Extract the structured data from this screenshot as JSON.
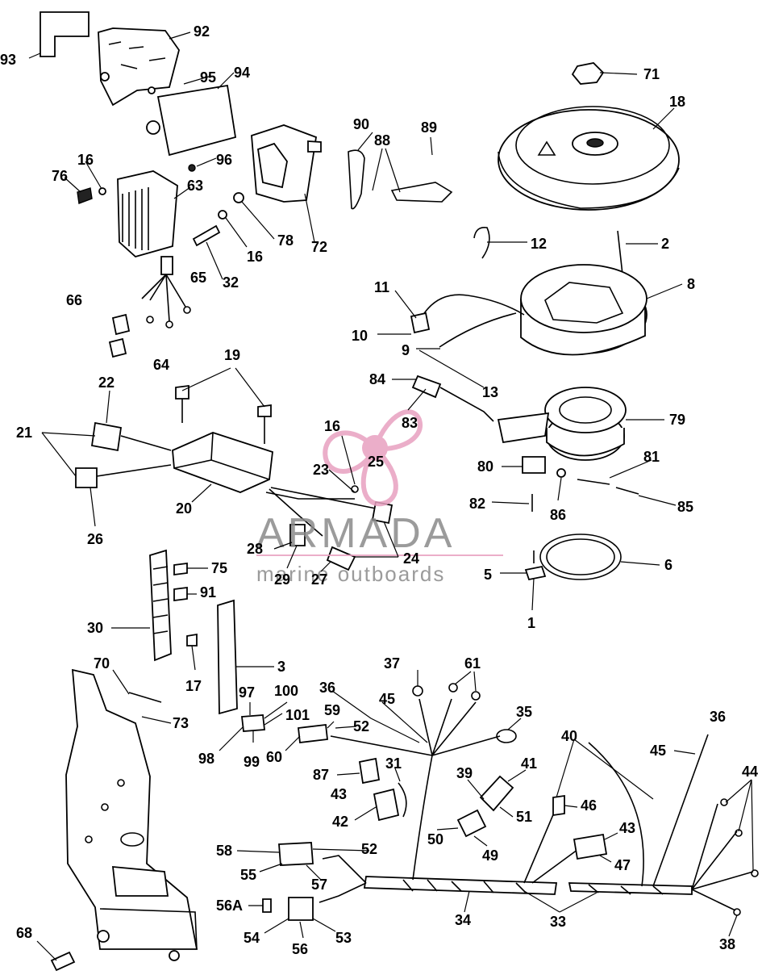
{
  "watermark": {
    "brand": "ARMADA",
    "tagline": "marine outboards",
    "brand_color": "#e8a0c0",
    "text_color": "#8a8a8a"
  },
  "callouts": {
    "c1": "1",
    "c2": "2",
    "c3": "3",
    "c5": "5",
    "c6": "6",
    "c8": "8",
    "c9": "9",
    "c10": "10",
    "c11": "11",
    "c12": "12",
    "c13": "13",
    "c16a": "16",
    "c16b": "16",
    "c16c": "16",
    "c17": "17",
    "c18": "18",
    "c19": "19",
    "c20": "20",
    "c21": "21",
    "c22": "22",
    "c23": "23",
    "c24": "24",
    "c25": "25",
    "c26": "26",
    "c27": "27",
    "c28": "28",
    "c29": "29",
    "c30": "30",
    "c31": "31",
    "c32": "32",
    "c33": "33",
    "c34": "34",
    "c35": "35",
    "c36a": "36",
    "c36b": "36",
    "c37": "37",
    "c38": "38",
    "c39": "39",
    "c40": "40",
    "c41": "41",
    "c42": "42",
    "c43a": "43",
    "c43b": "43",
    "c44": "44",
    "c45a": "45",
    "c45b": "45",
    "c46": "46",
    "c47": "47",
    "c49": "49",
    "c50": "50",
    "c51": "51",
    "c52a": "52",
    "c52b": "52",
    "c53": "53",
    "c54": "54",
    "c55": "55",
    "c56": "56",
    "c56a": "56A",
    "c57": "57",
    "c58": "58",
    "c59": "59",
    "c60": "60",
    "c61": "61",
    "c63": "63",
    "c64": "64",
    "c65": "65",
    "c66": "66",
    "c68": "68",
    "c70": "70",
    "c71": "71",
    "c72": "72",
    "c73": "73",
    "c75": "75",
    "c76": "76",
    "c78": "78",
    "c79": "79",
    "c80": "80",
    "c81": "81",
    "c82": "82",
    "c83": "83",
    "c84": "84",
    "c85": "85",
    "c86": "86",
    "c87": "87",
    "c88": "88",
    "c89": "89",
    "c90": "90",
    "c91": "91",
    "c92": "92",
    "c93": "93",
    "c94": "94",
    "c95": "95",
    "c96": "96",
    "c97": "97",
    "c98": "98",
    "c99": "99",
    "c100": "100",
    "c101": "101"
  }
}
